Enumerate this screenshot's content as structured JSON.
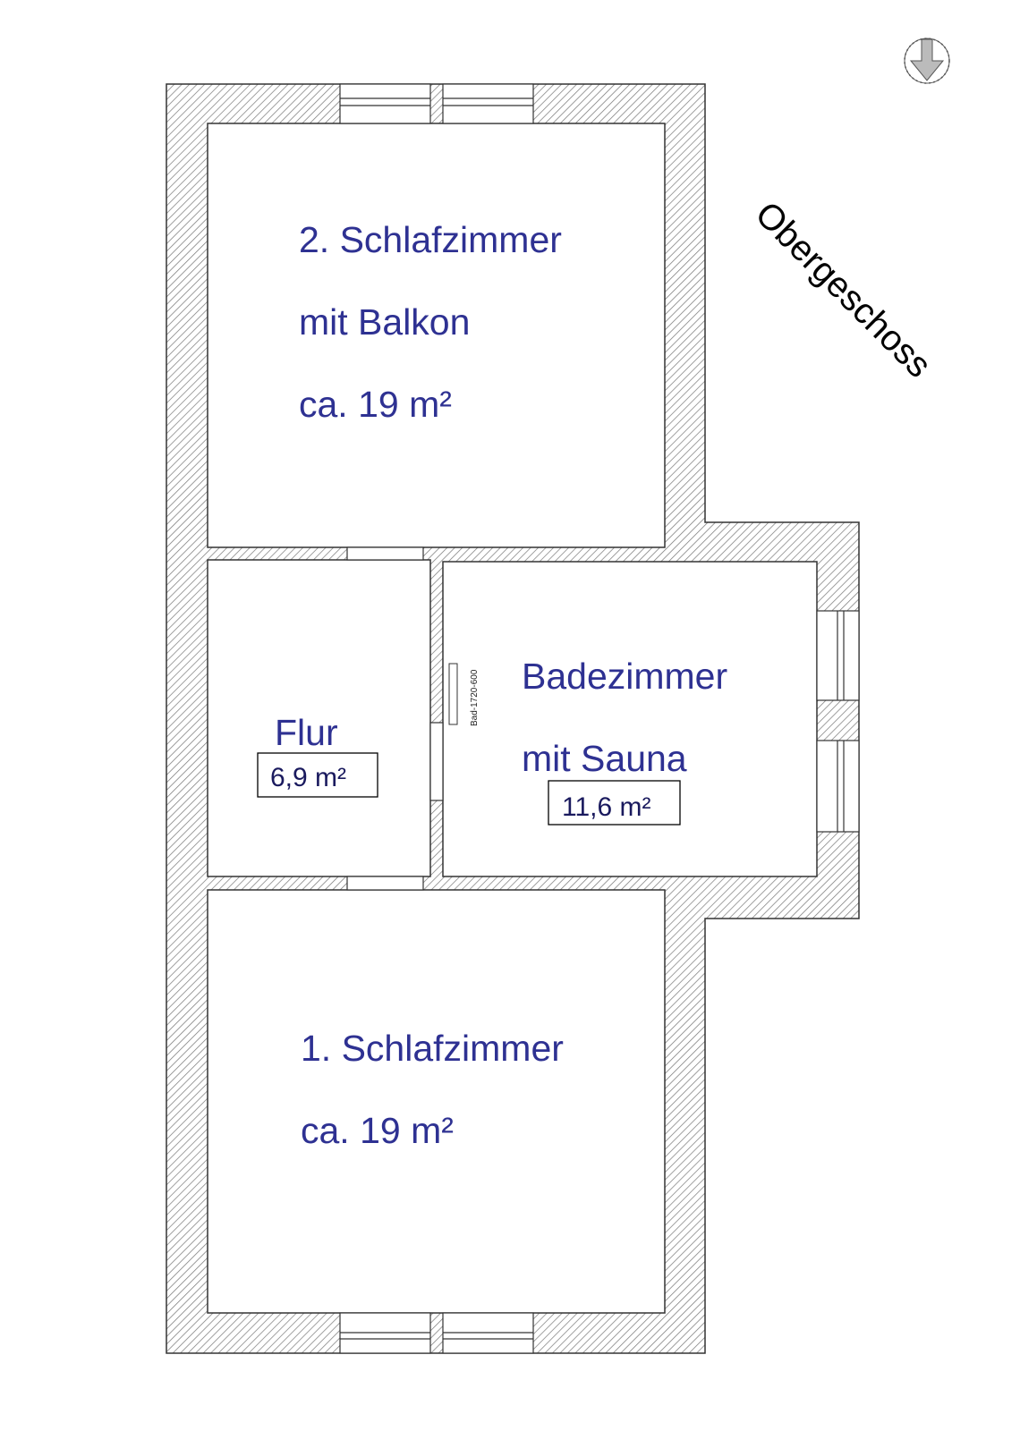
{
  "floor_label": "Obergeschoss",
  "compass_icon": "north-arrow-icon",
  "colors": {
    "room_text": "#2e3192",
    "wall_hatch": "#777777"
  },
  "rooms": {
    "bedroom2": {
      "name": "2. Schlafzimmer",
      "subtitle": "mit Balkon",
      "area": "ca. 19 m²"
    },
    "hallway": {
      "name": "Flur",
      "area": "6,9 m²"
    },
    "bathroom": {
      "name": "Badezimmer",
      "subtitle": "mit Sauna",
      "area": "11,6 m²",
      "fixture_label": "Bad-1720-600"
    },
    "bedroom1": {
      "name": "1. Schlafzimmer",
      "area": "ca. 19 m²"
    }
  }
}
